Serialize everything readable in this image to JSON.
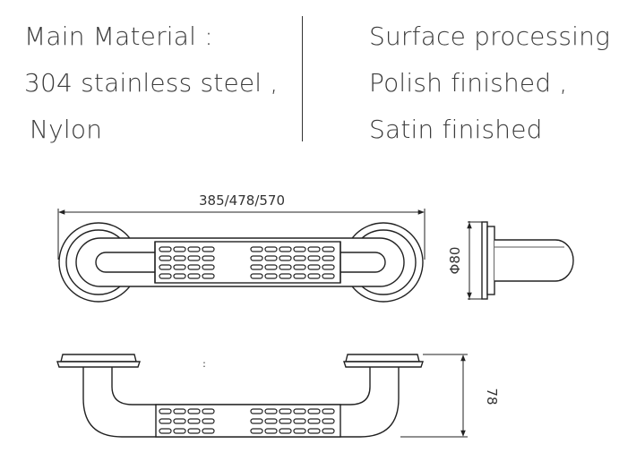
{
  "specs": {
    "left": {
      "heading": "Main Material :",
      "line1": "304 stainless steel ,",
      "line2": "Nylon"
    },
    "right": {
      "heading": "Surface processing :",
      "line1": "Polish finished ,",
      "line2": "Satin finished"
    }
  },
  "drawing": {
    "length_label": "385/478/570",
    "diameter_label": "Φ80",
    "height_label": "78",
    "center_mark": ":"
  }
}
